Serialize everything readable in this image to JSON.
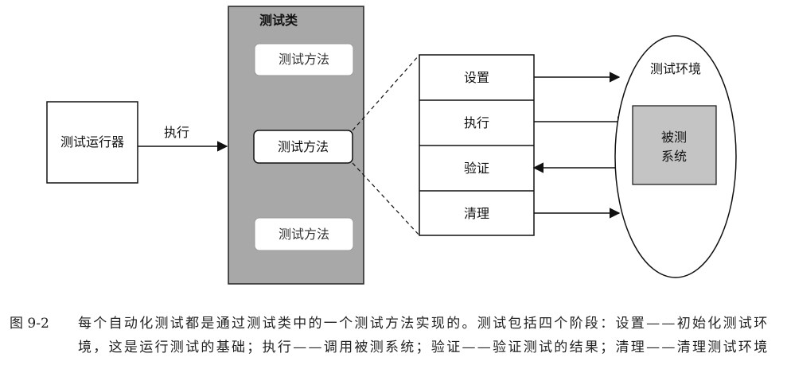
{
  "diagram": {
    "runner_label": "测试运行器",
    "execute_label": "执行",
    "class_title": "测试类",
    "methods": [
      "测试方法",
      "测试方法",
      "测试方法"
    ],
    "phases": [
      "设置",
      "执行",
      "验证",
      "清理"
    ],
    "environment_title": "测试环境",
    "sut_lines": [
      "被测",
      "系统"
    ]
  },
  "caption": {
    "number": "图 9-2",
    "text": "每个自动化测试都是通过测试类中的一个测试方法实现的。测试包括四个阶段：设置——初始化测试环境，这是运行测试的基础；执行——调用被测系统；验证——验证测试的结果；清理——清理测试环境"
  },
  "colors": {
    "class_fill": "#a8a8a8",
    "sut_fill": "#c4c4c4",
    "ink": "#111111"
  }
}
